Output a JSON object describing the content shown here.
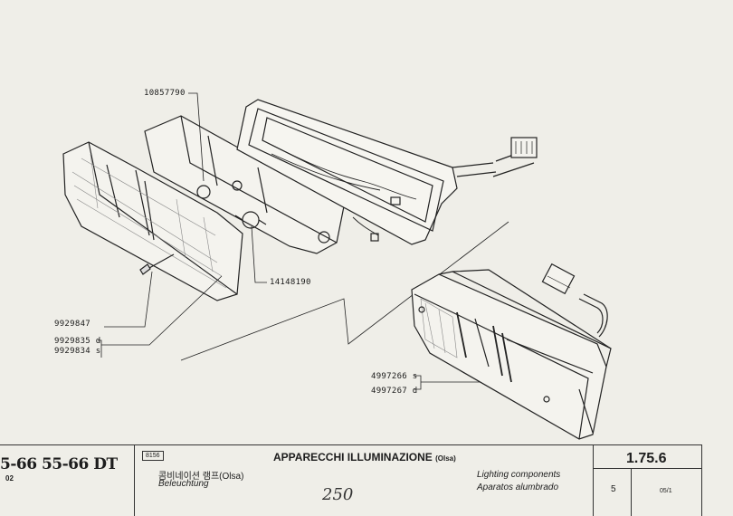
{
  "parts": {
    "p1": "10857790",
    "p2": "14148190",
    "p3": "9929847",
    "p4a": "9929835 d",
    "p4b": "9929834 s",
    "p5a": "4997266 s",
    "p5b": "4997267 d"
  },
  "footer": {
    "model": "5-66  55-66 DT",
    "model_sub": "02",
    "code": "8156",
    "title_it": "APPARECCHI ILLUMINAZIONE",
    "title_it_note": "(Olsa)",
    "title_kr": "콤비네이션 램프(Olsa)",
    "title_de": "Beleuchtung",
    "title_en": "Lighting components",
    "title_es": "Aparatos alumbrado",
    "page_number": "1.75.6",
    "sheet": "5",
    "edition": "05/1",
    "handwritten": "250"
  },
  "colors": {
    "paper": "#efeee8",
    "ink": "#1d1d1d"
  }
}
